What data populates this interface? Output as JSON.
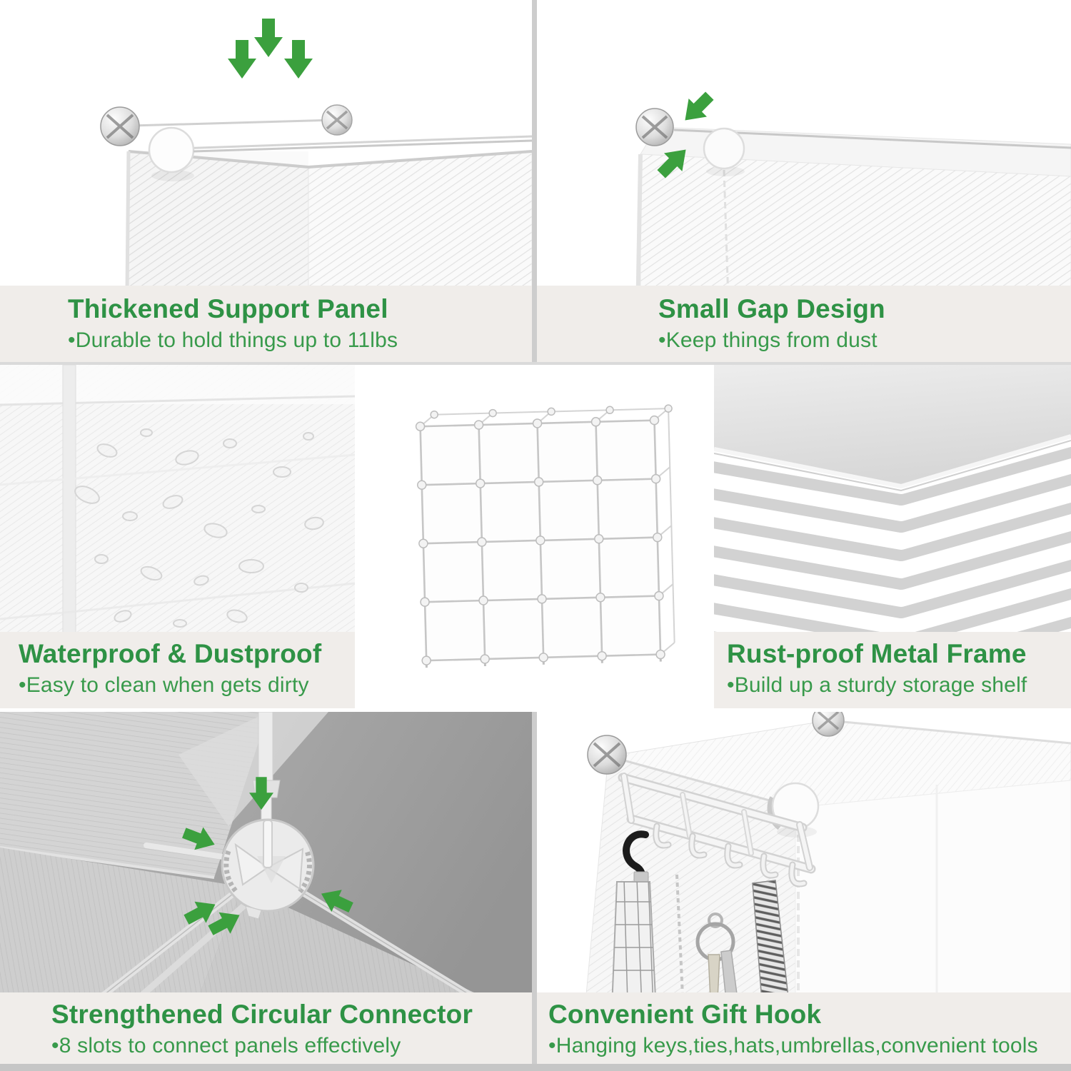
{
  "colors": {
    "title_green": "#2e9245",
    "desc_green": "#389a4b",
    "arrow_green": "#3ba03e",
    "caption_background": "#f0edea",
    "divider_gray": "#cdcdcd",
    "connector_photo_background": "#a2a2a2"
  },
  "features": [
    {
      "id": "thickened-support-panel",
      "title": "Thickened Support Panel",
      "desc": "•Durable to hold things up to 11lbs"
    },
    {
      "id": "small-gap-design",
      "title": "Small Gap Design",
      "desc": "•Keep things from dust"
    },
    {
      "id": "waterproof-dustproof",
      "title": "Waterproof & Dustproof",
      "desc": "•Easy to clean when gets dirty"
    },
    {
      "id": "rust-proof-metal-frame",
      "title": "Rust-proof Metal Frame",
      "desc": "•Build up a sturdy storage shelf"
    },
    {
      "id": "strengthened-circular-connector",
      "title": "Strengthened Circular Connector",
      "desc": "•8 slots to connect panels effectively"
    },
    {
      "id": "convenient-gift-hook",
      "title": "Convenient Gift Hook",
      "desc": "•Hanging keys,ties,hats,umbrellas,convenient tools"
    }
  ],
  "icons": [
    "green-arrow-down-icon",
    "green-arrow-diagonal-icon",
    "ball-connector-icon",
    "round-panel-connector-icon",
    "circular-connector-icon",
    "gift-hook-rack-icon",
    "umbrella-icon",
    "keyring-icon",
    "tie-icon",
    "cube-organizer-16-cubes"
  ]
}
